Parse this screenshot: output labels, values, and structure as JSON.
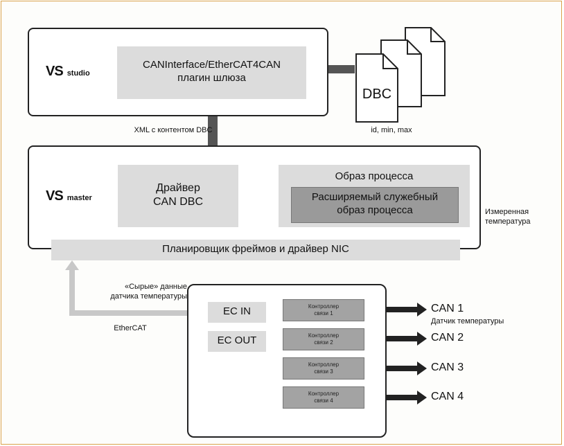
{
  "vs_studio": {
    "logo_vs": "VS",
    "logo_word": "studio"
  },
  "vs_master": {
    "logo_vs": "VS",
    "logo_word": "master"
  },
  "gateway_plugin": {
    "line1": "CANInterface/EtherCAT4CAN",
    "line2": "плагин шлюза"
  },
  "dbc_doc": {
    "label": "DBC",
    "caption": "id, min, max"
  },
  "xml_caption": "XML с контентом DBC",
  "driver": {
    "line1": "Драйвер",
    "line2": "CAN DBC"
  },
  "process_image": {
    "title": "Образ процесса",
    "ext_line1": "Расширяемый служебный",
    "ext_line2": "образ процесса"
  },
  "measured_temp": {
    "line1": "Измеренная",
    "line2": "температура"
  },
  "scheduler": "Планировщик фреймов и драйвер NIC",
  "raw_data": {
    "line1": "«Сырые» данные",
    "line2": "датчика температуры"
  },
  "ethercat": "EtherCAT",
  "ec_in": "EC IN",
  "ec_out": "EC OUT",
  "controllers": [
    {
      "line1": "Контроллер",
      "line2": "связи 1"
    },
    {
      "line1": "Контроллер",
      "line2": "связи 2"
    },
    {
      "line1": "Контроллер",
      "line2": "связи 3"
    },
    {
      "line1": "Контроллер",
      "line2": "связи 4"
    }
  ],
  "can_ports": [
    "CAN 1",
    "CAN 2",
    "CAN 3",
    "CAN 4"
  ],
  "temp_sensor": "Датчик температуры",
  "colors": {
    "frame": "#d9a24a",
    "box_gray": "#dcdcdc",
    "dark_gray": "#9a9a9a",
    "arrow": "#555555",
    "light_arrow": "#c8c8c8"
  }
}
